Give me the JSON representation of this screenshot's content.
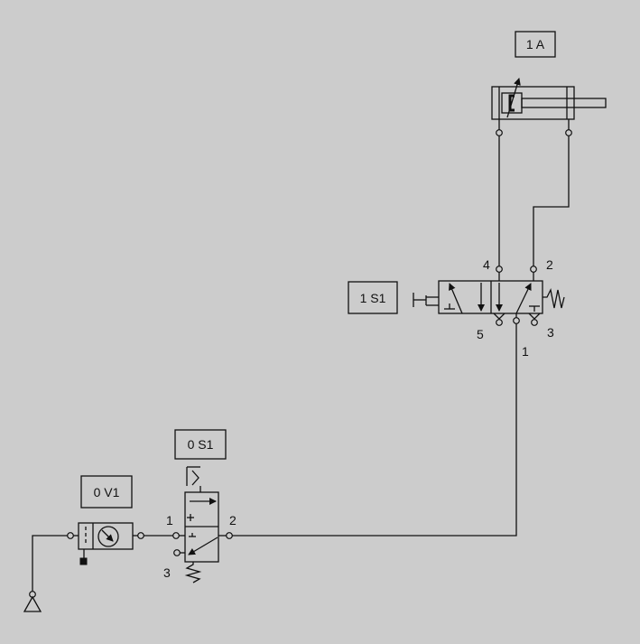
{
  "labels": {
    "cylinder": "1 A",
    "valve_1s1": "1 S1",
    "valve_0s1": "0 S1",
    "service_unit": "0 V1"
  },
  "ports": {
    "v1s1_4": "4",
    "v1s1_2": "2",
    "v1s1_5": "5",
    "v1s1_3": "3",
    "v1s1_1": "1",
    "v0s1_1": "1",
    "v0s1_2": "2",
    "v0s1_3": "3"
  },
  "colors": {
    "background": "#cccccc",
    "line": "#111111"
  }
}
